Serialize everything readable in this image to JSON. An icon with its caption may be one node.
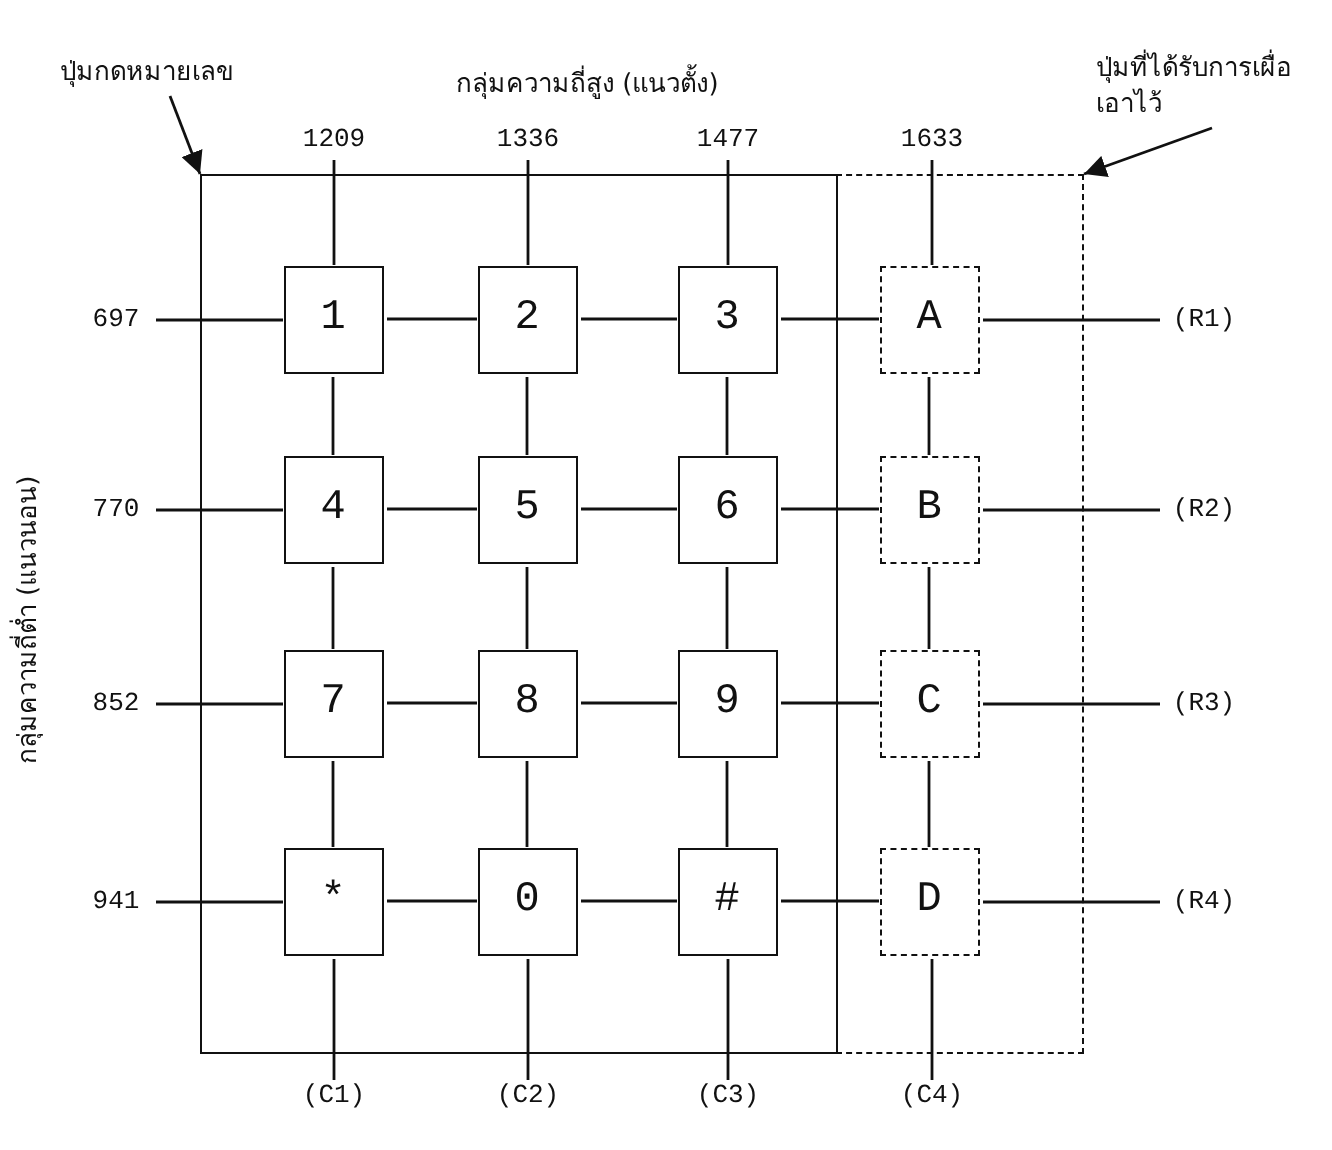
{
  "diagram": {
    "nodes": [
      {
        "text": [
          "ปุ่มกดหมายเลข"
        ]
      },
      {
        "text": [
          "ปุ่มที่ได้รับการเผื่อเอาไว้"
        ]
      },
      {
        "text": [
          "1209"
        ]
      },
      {
        "text": [
          "1336"
        ]
      },
      {
        "text": [
          "1477"
        ]
      },
      {
        "text": [
          "1633"
        ]
      },
      {
        "text": [],
        "shape": "box"
      },
      {
        "text": [],
        "shape": "box"
      },
      {
        "text": [
          "697"
        ]
      },
      {
        "text": [
          "1"
        ],
        "in": 6
      },
      {
        "text": [
          "2"
        ],
        "in": 6
      },
      {
        "text": [
          "3"
        ],
        "in": 6
      },
      {
        "text": [
          "A"
        ],
        "in": 7
      },
      {
        "text": [
          "(R1)"
        ]
      },
      {
        "text": [
          "770"
        ]
      },
      {
        "text": [
          "4"
        ],
        "in": 6
      },
      {
        "text": [
          "5"
        ],
        "in": 6
      },
      {
        "text": [
          "6"
        ],
        "in": 6
      },
      {
        "text": [
          "B"
        ],
        "in": 7
      },
      {
        "text": [
          "(R2)"
        ]
      },
      {
        "text": [
          "852"
        ]
      },
      {
        "text": [
          "7"
        ],
        "in": 6
      },
      {
        "text": [
          "8"
        ],
        "in": 6
      },
      {
        "text": [
          "9"
        ],
        "in": 6
      },
      {
        "text": [
          "C"
        ],
        "in": 7
      },
      {
        "text": [
          "(R3)"
        ]
      },
      {
        "text": [
          "941"
        ]
      },
      {
        "text": [
          "*"
        ],
        "in": 6
      },
      {
        "text": [
          "0"
        ],
        "in": 6
      },
      {
        "text": [
          "#"
        ],
        "in": 6
      },
      {
        "text": [
          "D"
        ],
        "in": 7
      },
      {
        "text": [
          "(R4)"
        ]
      },
      {
        "text": [
          "(C1)"
        ]
      },
      {
        "text": [
          "(C2)"
        ]
      },
      {
        "text": [
          "(C3)"
        ]
      },
      {
        "text": [
          "(C4)"
        ]
      }
    ],
    "edges": [
      {
        "from": 0,
        "to": 6,
        "arrow": "to"
      },
      {
        "from": 1,
        "to": 7,
        "arrow": "to"
      },
      {
        "from": 8,
        "to": 9,
        "arrow": "none"
      },
      {
        "from": 9,
        "to": 10,
        "arrow": "none"
      },
      {
        "from": 10,
        "to": 11,
        "arrow": "none"
      },
      {
        "from": 11,
        "to": 12,
        "arrow": "none"
      },
      {
        "from": 12,
        "to": 13,
        "arrow": "none"
      },
      {
        "from": 14,
        "to": 15,
        "arrow": "none"
      },
      {
        "from": 15,
        "to": 16,
        "arrow": "none"
      },
      {
        "from": 16,
        "to": 17,
        "arrow": "none"
      },
      {
        "from": 17,
        "to": 18,
        "arrow": "none"
      },
      {
        "from": 18,
        "to": 19,
        "arrow": "none"
      },
      {
        "from": 20,
        "to": 21,
        "arrow": "none"
      },
      {
        "from": 21,
        "to": 22,
        "arrow": "none"
      },
      {
        "from": 22,
        "to": 23,
        "arrow": "none"
      },
      {
        "from": 23,
        "to": 24,
        "arrow": "none"
      },
      {
        "from": 24,
        "to": 25,
        "arrow": "none"
      },
      {
        "from": 26,
        "to": 27,
        "arrow": "none"
      },
      {
        "from": 27,
        "to": 28,
        "arrow": "none"
      },
      {
        "from": 28,
        "to": 29,
        "arrow": "none"
      },
      {
        "from": 29,
        "to": 30,
        "arrow": "none"
      },
      {
        "from": 30,
        "to": 31,
        "arrow": "none"
      },
      {
        "from": 2,
        "to": 9,
        "arrow": "none"
      },
      {
        "from": 9,
        "to": 15,
        "arrow": "none"
      },
      {
        "from": 15,
        "to": 21,
        "arrow": "none"
      },
      {
        "from": 21,
        "to": 27,
        "arrow": "none"
      },
      {
        "from": 27,
        "to": 32,
        "arrow": "none"
      },
      {
        "from": 3,
        "to": 10,
        "arrow": "none"
      },
      {
        "from": 10,
        "to": 16,
        "arrow": "none"
      },
      {
        "from": 16,
        "to": 22,
        "arrow": "none"
      },
      {
        "from": 22,
        "to": 28,
        "arrow": "none"
      },
      {
        "from": 28,
        "to": 33,
        "arrow": "none"
      },
      {
        "from": 4,
        "to": 11,
        "arrow": "none"
      },
      {
        "from": 11,
        "to": 17,
        "arrow": "none"
      },
      {
        "from": 17,
        "to": 23,
        "arrow": "none"
      },
      {
        "from": 23,
        "to": 29,
        "arrow": "none"
      },
      {
        "from": 29,
        "to": 34,
        "arrow": "none"
      },
      {
        "from": 5,
        "to": 12,
        "arrow": "none"
      },
      {
        "from": 12,
        "to": 18,
        "arrow": "none"
      },
      {
        "from": 18,
        "to": 24,
        "arrow": "none"
      },
      {
        "from": 24,
        "to": 30,
        "arrow": "none"
      },
      {
        "from": 30,
        "to": 35,
        "arrow": "none"
      }
    ],
    "labels": [
      "กลุ่มความถี่สูง (แนวตั้ง)",
      "กลุ่มความถี่ต่ำ (แนวนอน)"
    ]
  }
}
